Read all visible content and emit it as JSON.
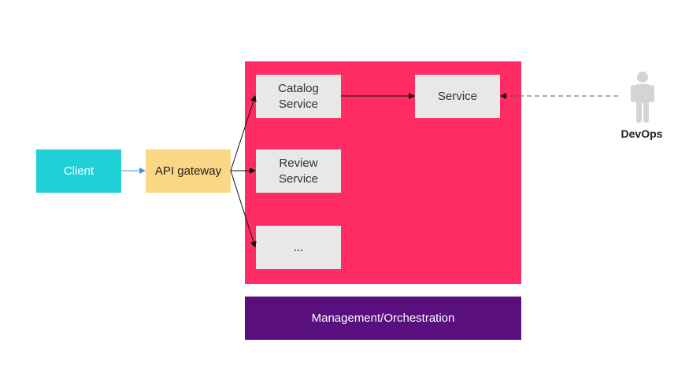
{
  "nodes": {
    "client": "Client",
    "gateway": "API gateway",
    "catalog": "Catalog\nService",
    "review": "Review\nService",
    "more": "...",
    "service": "Service",
    "management": "Management/Orchestration",
    "devops": "DevOps"
  },
  "colors": {
    "client": "#1fd1d6",
    "gateway": "#fad785",
    "cluster": "#ff2d63",
    "service_box": "#e8e8e8",
    "management": "#5a0f7f",
    "person": "#d0d0d0",
    "client_arrow": "#4a90d9"
  },
  "icons": [
    "person-icon"
  ]
}
